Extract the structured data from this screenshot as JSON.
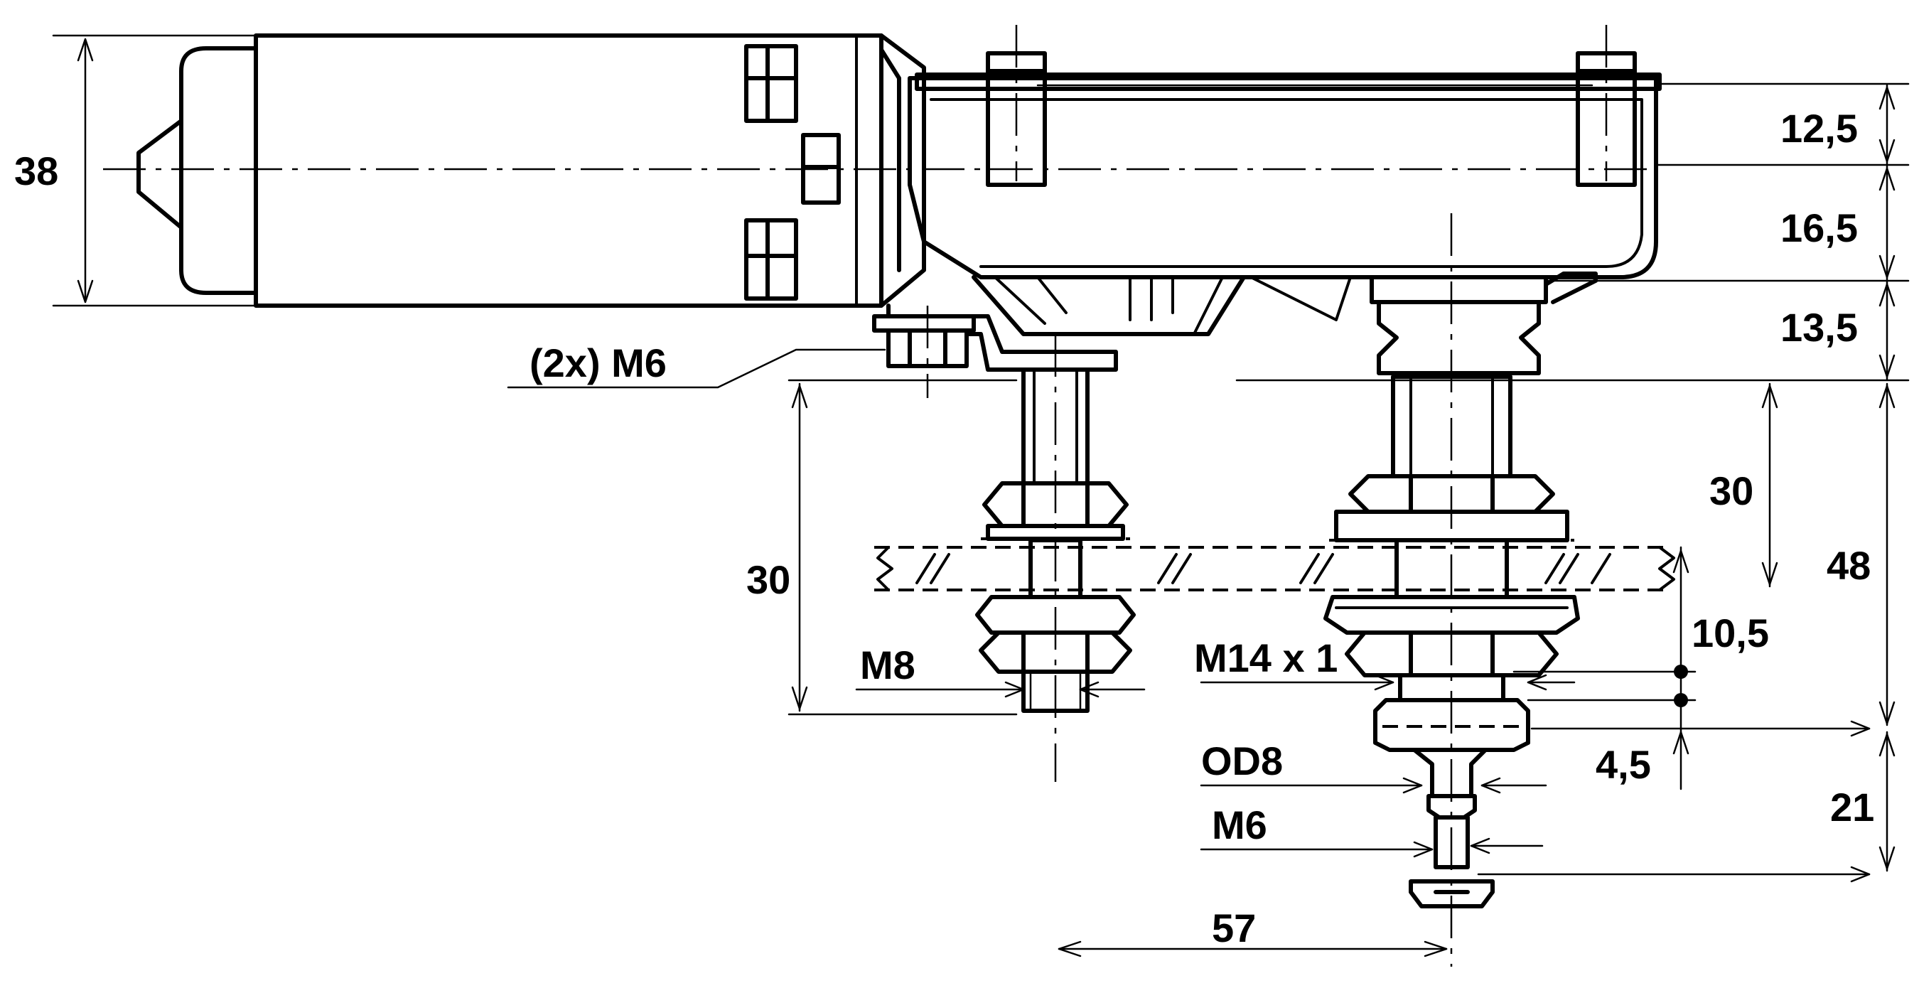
{
  "labels": {
    "dim_38": "38",
    "dim_12_5": "12,5",
    "dim_16_5": "16,5",
    "dim_13_5": "13,5",
    "dim_48": "48",
    "dim_30_right": "30",
    "dim_30_left": "30",
    "dim_10_5": "10,5",
    "dim_4_5": "4,5",
    "dim_21": "21",
    "dim_57": "57",
    "thread_2x_m6": "(2x) M6",
    "thread_m8": "M8",
    "thread_m14x1": "M14 x 1",
    "shaft_od8": "OD8",
    "thread_m6": "M6"
  },
  "colors": {
    "line": "#000000",
    "background": "#ffffff"
  }
}
